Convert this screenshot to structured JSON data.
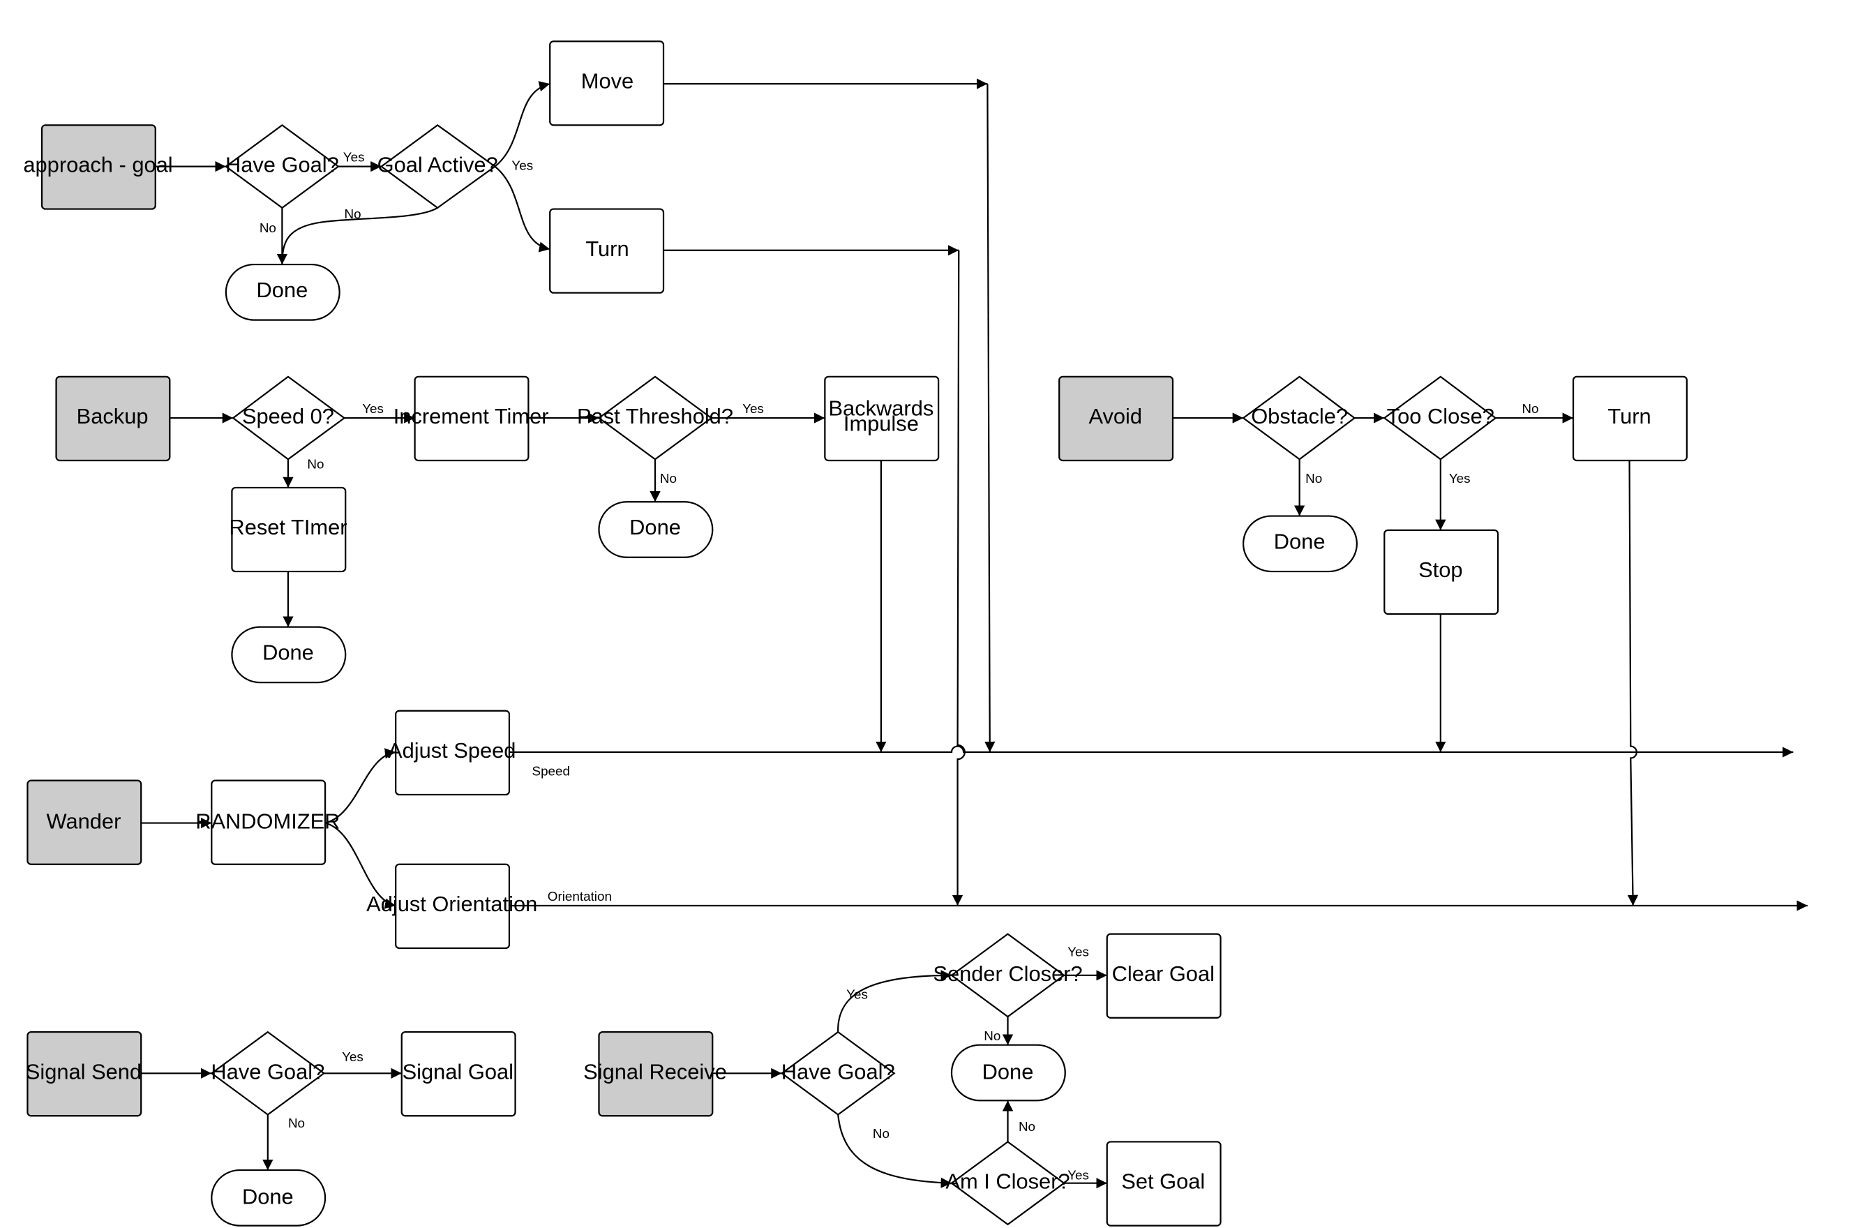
{
  "colors": {
    "stroke": "#000000",
    "start_fill": "#cccccc",
    "fill": "#ffffff"
  },
  "approach": {
    "start": "approach - goal",
    "have_goal": "Have Goal?",
    "goal_active": "Goal Active?",
    "move": "Move",
    "turn": "Turn",
    "done": "Done",
    "yes1": "Yes",
    "yes2": "Yes",
    "no1": "No",
    "no2": "No"
  },
  "backup": {
    "start": "Backup",
    "speed0": "Speed 0?",
    "increment_timer": "Increment Timer",
    "past_threshold": "Past Threshold?",
    "backwards_impulse_1": "Backwards",
    "backwards_impulse_2": "Impulse",
    "reset_timer": "Reset TImer",
    "done1": "Done",
    "done2": "Done",
    "yes1": "Yes",
    "yes2": "Yes",
    "no1": "No",
    "no2": "No"
  },
  "avoid": {
    "start": "Avoid",
    "obstacle": "Obstacle?",
    "too_close": "Too Close?",
    "turn": "Turn",
    "stop": "Stop",
    "done": "Done",
    "no1": "No",
    "no2": "No",
    "yes": "Yes"
  },
  "wander": {
    "start": "Wander",
    "randomizer": "RANDOMIZER",
    "adjust_speed": "Adjust Speed",
    "adjust_orientation": "Adjust Orientation",
    "speed_label": "Speed",
    "orientation_label": "Orientation"
  },
  "signal_send": {
    "start": "Signal Send",
    "have_goal": "Have Goal?",
    "signal_goal": "Signal Goal",
    "done": "Done",
    "yes": "Yes",
    "no": "No"
  },
  "signal_receive": {
    "start": "Signal Receive",
    "have_goal": "Have Goal?",
    "sender_closer": "Sender Closer?",
    "clear_goal": "Clear Goal",
    "done": "Done",
    "am_i_closer": "Am I Closer?",
    "set_goal": "Set Goal",
    "yes1": "Yes",
    "yes2": "Yes",
    "yes3": "Yes",
    "no1": "No",
    "no2": "No",
    "no3": "No"
  }
}
